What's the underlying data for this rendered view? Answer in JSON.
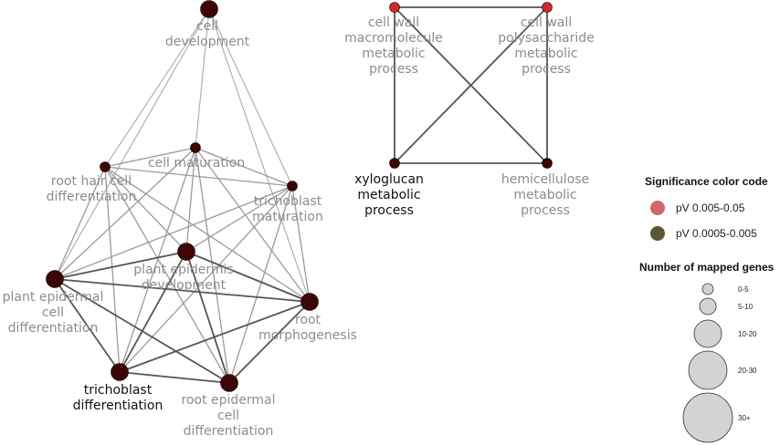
{
  "colors": {
    "light": "#d22a2a",
    "dark": "#3d0606",
    "edge": "#555555",
    "edge_light": "#aaaaaa",
    "label_gray": "#8c8c8c",
    "label_dark": "#111111",
    "legend_light": "#d06868",
    "legend_dark": "#5a5636",
    "size_fill": "#d3d3d3",
    "size_stroke": "#333333"
  },
  "nodes": [
    {
      "id": "cell_dev",
      "lines": [
        "cell",
        "development"
      ],
      "color": "dark",
      "size": 3,
      "label_color": "gray"
    },
    {
      "id": "cell_mat",
      "lines": [
        "cell maturation"
      ],
      "color": "dark",
      "size": 1,
      "label_color": "gray"
    },
    {
      "id": "root_hair",
      "lines": [
        "root hair cell",
        "differentiation"
      ],
      "color": "dark",
      "size": 1,
      "label_color": "gray"
    },
    {
      "id": "trich_mat",
      "lines": [
        "trichoblast",
        "maturation"
      ],
      "color": "dark",
      "size": 1,
      "label_color": "gray"
    },
    {
      "id": "plant_epi_dev",
      "lines": [
        "plant epidermis",
        "development"
      ],
      "color": "dark",
      "size": 3,
      "label_color": "gray"
    },
    {
      "id": "plant_epi_cell",
      "lines": [
        "plant epidermal",
        "cell",
        "differentiation"
      ],
      "color": "dark",
      "size": 3,
      "label_color": "gray"
    },
    {
      "id": "root_morph",
      "lines": [
        "root",
        "morphogenesis"
      ],
      "color": "dark",
      "size": 3,
      "label_color": "gray"
    },
    {
      "id": "trich_diff",
      "lines": [
        "trichoblast",
        "differentiation"
      ],
      "color": "dark",
      "size": 3,
      "label_color": "dark"
    },
    {
      "id": "root_epi",
      "lines": [
        "root epidermal",
        "cell",
        "differentiation"
      ],
      "color": "dark",
      "size": 3,
      "label_color": "gray"
    },
    {
      "id": "cw_macro",
      "lines": [
        "cell wall",
        "macromolecule",
        "metabolic",
        "process"
      ],
      "color": "light",
      "size": 1,
      "label_color": "gray"
    },
    {
      "id": "cw_poly",
      "lines": [
        "cell wall",
        "polysaccharide",
        "metabolic",
        "process"
      ],
      "color": "light",
      "size": 1,
      "label_color": "gray"
    },
    {
      "id": "xylo",
      "lines": [
        "xyloglucan",
        "metabolic",
        "process"
      ],
      "color": "dark",
      "size": 1,
      "label_color": "dark"
    },
    {
      "id": "hemi",
      "lines": [
        "hemicellulose",
        "metabolic",
        "process"
      ],
      "color": "dark",
      "size": 1,
      "label_color": "gray"
    }
  ],
  "edges": [
    {
      "source": "cell_dev",
      "target": "root_hair",
      "weight": "light"
    },
    {
      "source": "cell_dev",
      "target": "cell_mat",
      "weight": "light"
    },
    {
      "source": "cell_dev",
      "target": "trich_mat",
      "weight": "light"
    },
    {
      "source": "cell_dev",
      "target": "plant_epi_cell",
      "weight": "light"
    },
    {
      "source": "cell_dev",
      "target": "root_morph",
      "weight": "light"
    },
    {
      "source": "cell_mat",
      "target": "root_hair",
      "weight": "medium"
    },
    {
      "source": "cell_mat",
      "target": "trich_mat",
      "weight": "medium"
    },
    {
      "source": "cell_mat",
      "target": "plant_epi_cell",
      "weight": "medium"
    },
    {
      "source": "cell_mat",
      "target": "trich_diff",
      "weight": "medium"
    },
    {
      "source": "cell_mat",
      "target": "root_epi",
      "weight": "medium"
    },
    {
      "source": "cell_mat",
      "target": "plant_epi_dev",
      "weight": "medium"
    },
    {
      "source": "cell_mat",
      "target": "root_morph",
      "weight": "medium"
    },
    {
      "source": "root_hair",
      "target": "trich_mat",
      "weight": "medium"
    },
    {
      "source": "root_hair",
      "target": "plant_epi_dev",
      "weight": "medium"
    },
    {
      "source": "root_hair",
      "target": "plant_epi_cell",
      "weight": "medium"
    },
    {
      "source": "root_hair",
      "target": "root_morph",
      "weight": "medium"
    },
    {
      "source": "root_hair",
      "target": "trich_diff",
      "weight": "medium"
    },
    {
      "source": "root_hair",
      "target": "root_epi",
      "weight": "medium"
    },
    {
      "source": "trich_mat",
      "target": "plant_epi_dev",
      "weight": "medium"
    },
    {
      "source": "trich_mat",
      "target": "plant_epi_cell",
      "weight": "medium"
    },
    {
      "source": "trich_mat",
      "target": "root_morph",
      "weight": "medium"
    },
    {
      "source": "trich_mat",
      "target": "trich_diff",
      "weight": "medium"
    },
    {
      "source": "trich_mat",
      "target": "root_epi",
      "weight": "medium"
    },
    {
      "source": "plant_epi_dev",
      "target": "plant_epi_cell",
      "weight": "heavy"
    },
    {
      "source": "plant_epi_dev",
      "target": "root_morph",
      "weight": "heavy"
    },
    {
      "source": "plant_epi_dev",
      "target": "trich_diff",
      "weight": "heavy"
    },
    {
      "source": "plant_epi_dev",
      "target": "root_epi",
      "weight": "heavy"
    },
    {
      "source": "plant_epi_cell",
      "target": "root_morph",
      "weight": "heavy"
    },
    {
      "source": "plant_epi_cell",
      "target": "trich_diff",
      "weight": "heavy"
    },
    {
      "source": "plant_epi_cell",
      "target": "root_epi",
      "weight": "heavy"
    },
    {
      "source": "root_morph",
      "target": "trich_diff",
      "weight": "heavy"
    },
    {
      "source": "root_morph",
      "target": "root_epi",
      "weight": "heavy"
    },
    {
      "source": "trich_diff",
      "target": "root_epi",
      "weight": "heavy"
    },
    {
      "source": "cw_macro",
      "target": "cw_poly",
      "weight": "heavy"
    },
    {
      "source": "cw_macro",
      "target": "xylo",
      "weight": "heavy"
    },
    {
      "source": "cw_macro",
      "target": "hemi",
      "weight": "heavy"
    },
    {
      "source": "cw_poly",
      "target": "xylo",
      "weight": "heavy"
    },
    {
      "source": "cw_poly",
      "target": "hemi",
      "weight": "heavy"
    },
    {
      "source": "xylo",
      "target": "hemi",
      "weight": "heavy"
    }
  ],
  "legend": {
    "color_title": "Significance color code",
    "color_items": [
      {
        "label": "pV 0.005-0.05",
        "color": "legend_light"
      },
      {
        "label": "pV 0.0005-0.005",
        "color": "legend_dark"
      }
    ],
    "size_title": "Number of mapped genes",
    "size_items": [
      "0-5",
      "5-10",
      "10-20",
      "20-30",
      "30+"
    ]
  }
}
